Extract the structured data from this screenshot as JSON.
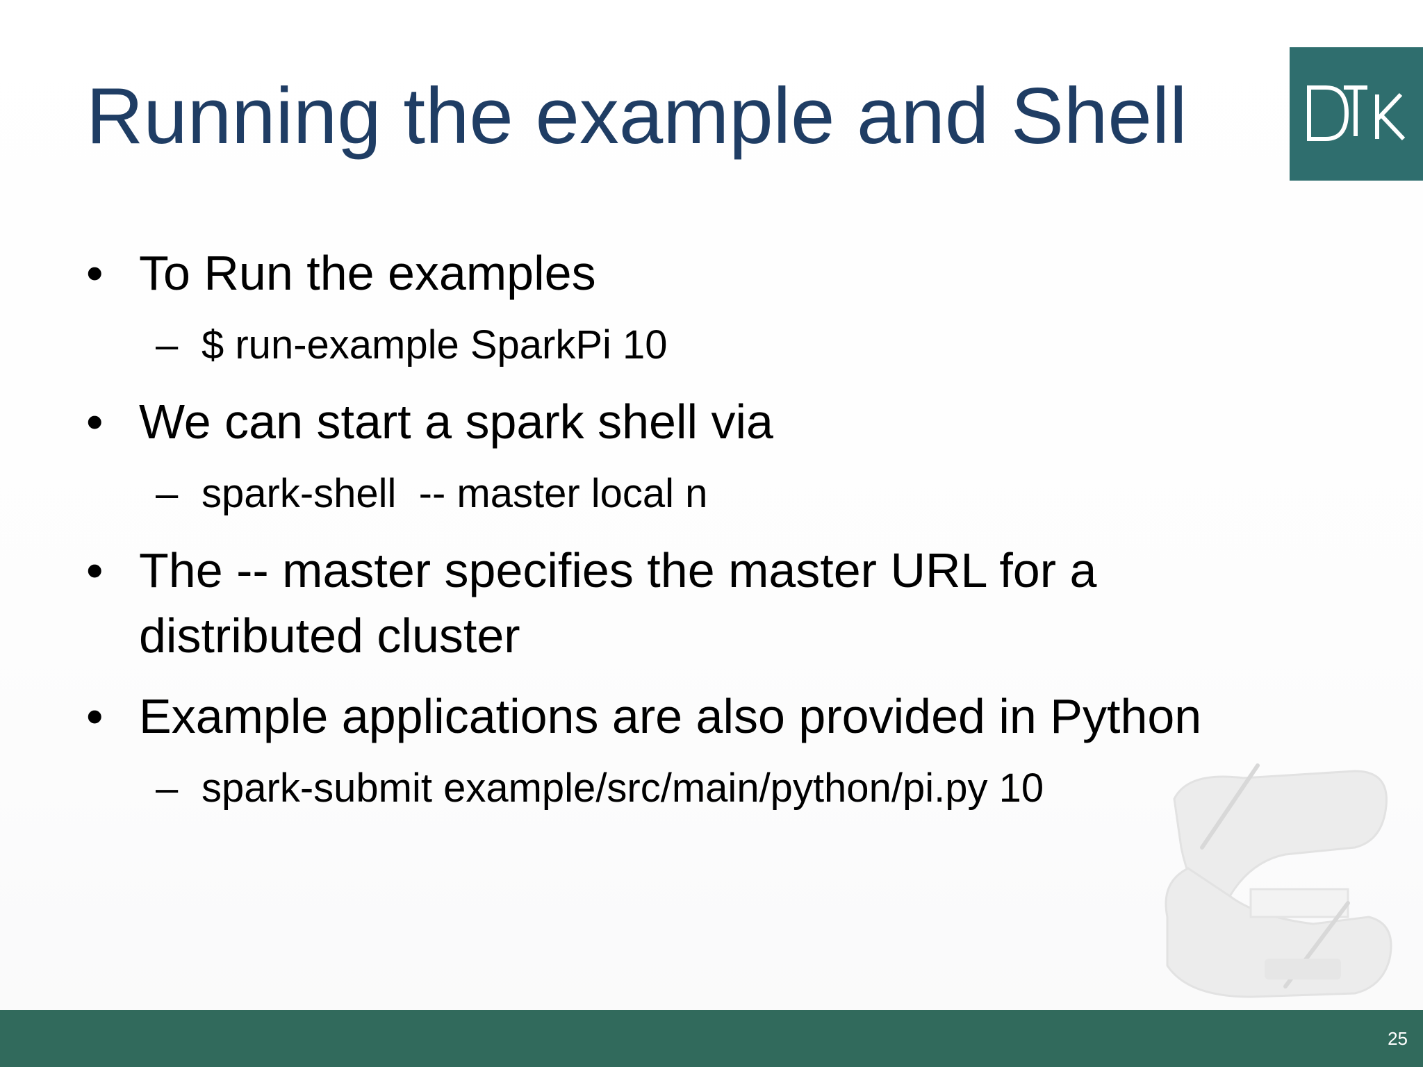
{
  "slide": {
    "title": "Running the example and Shell",
    "logo": {
      "text": "DTK",
      "icon": "dtk-logo",
      "background": "#2f6e6e"
    },
    "bullets": [
      {
        "text": "To Run the examples",
        "sub": "$ run-example SparkPi 10"
      },
      {
        "text": "We can start a spark shell via",
        "sub": "spark-shell  -- master local n"
      },
      {
        "text_line1": "The -- master specifies the master URL for a",
        "text_line2": "distributed cluster"
      },
      {
        "text": "Example applications are also provided in Python",
        "sub": "spark-submit example/src/main/python/pi.py 10"
      }
    ],
    "bullet_glyph": "•",
    "dash_glyph": "–",
    "watermark_icon": "drawing-hands-icon",
    "footer": {
      "page_number": "25",
      "color": "#316a5c"
    },
    "colors": {
      "title": "#1f3d64",
      "text": "#000000"
    }
  }
}
